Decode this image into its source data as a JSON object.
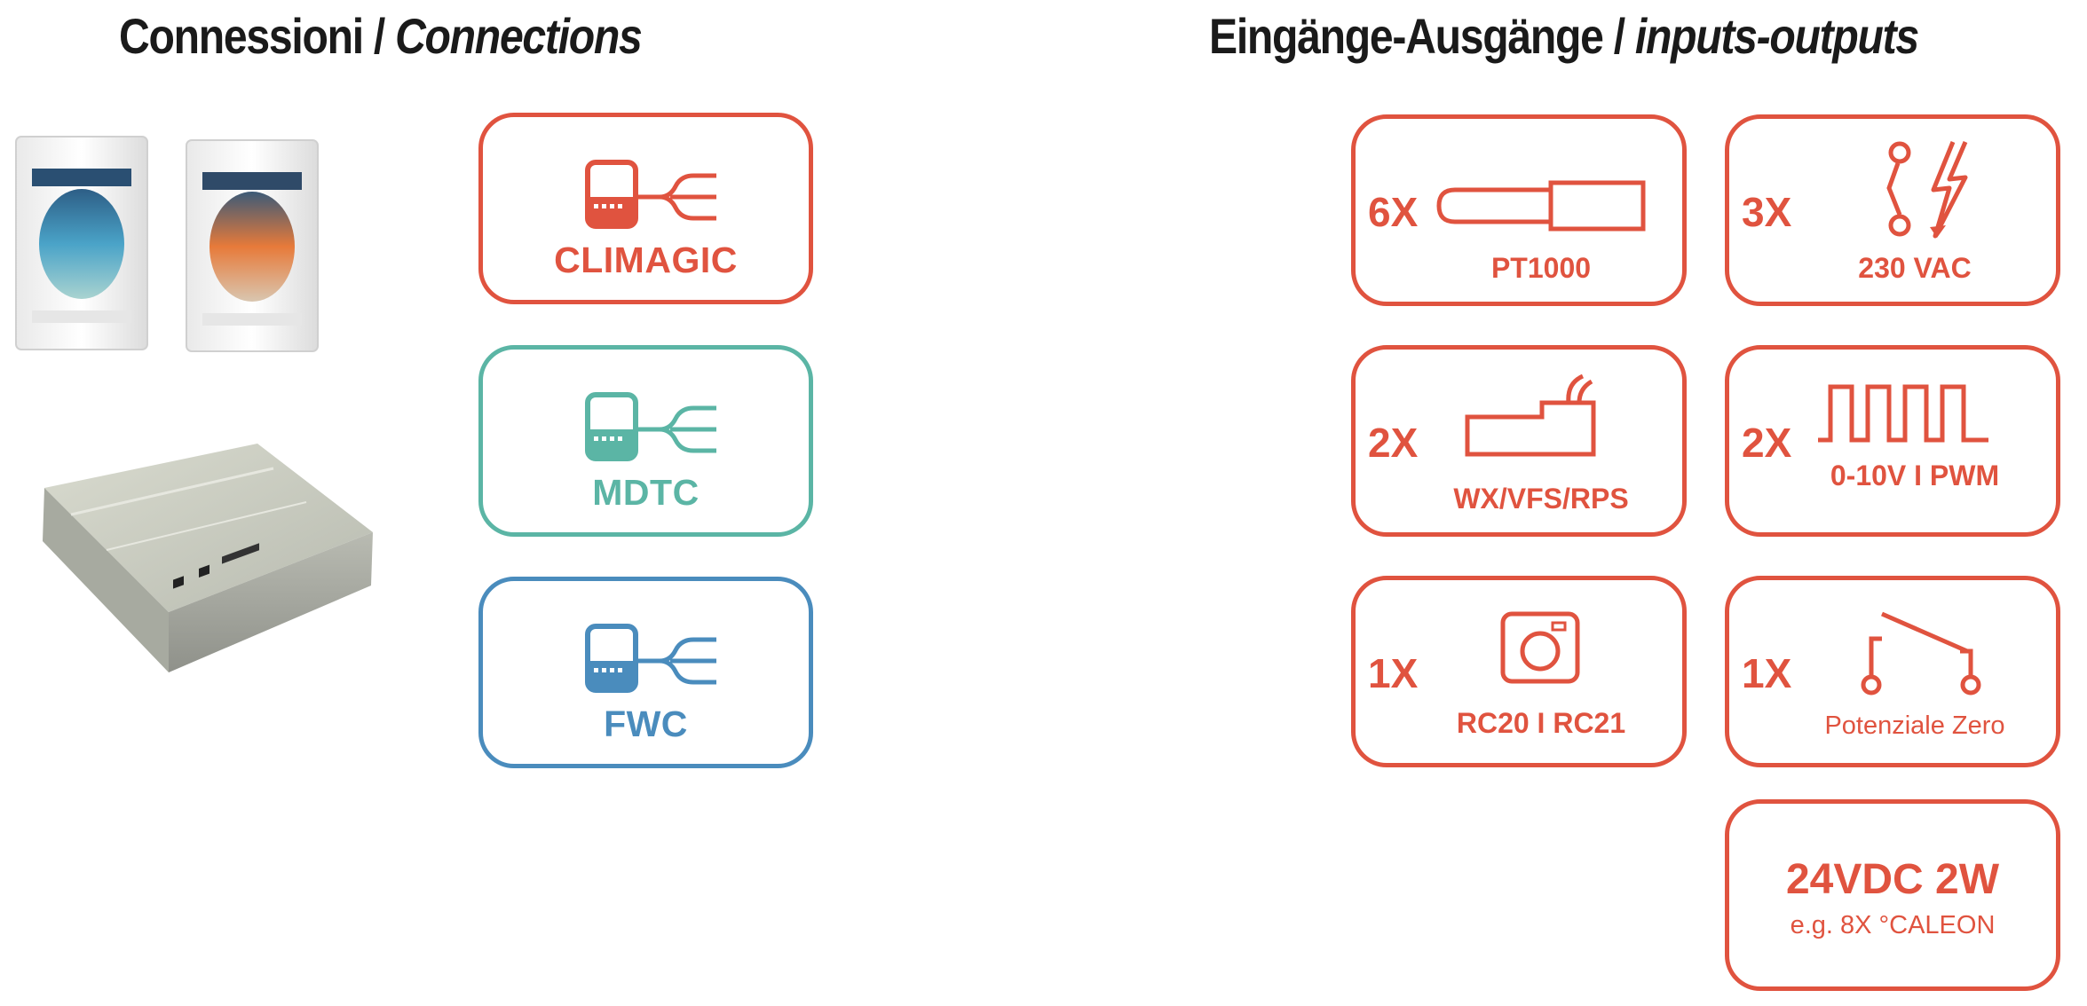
{
  "connections_heading": {
    "normal": "Connessioni / ",
    "italic": "Connections"
  },
  "io_heading": {
    "normal": "Eingänge-Ausgänge / ",
    "italic": "inputs-outputs"
  },
  "connections": [
    {
      "label": "CLIMAGIC",
      "color": "#e0533f",
      "icon": "controller-cable-icon"
    },
    {
      "label": "MDTC",
      "color": "#5bb5a5",
      "icon": "controller-cable-icon"
    },
    {
      "label": "FWC",
      "color": "#4a8cbd",
      "icon": "controller-cable-icon"
    }
  ],
  "io_tiles": [
    {
      "qty": "6X",
      "label": "PT1000",
      "icon": "temperature-probe-icon"
    },
    {
      "qty": "3X",
      "label": "230 VAC",
      "icon": "voltage-switch-icon"
    },
    {
      "qty": "2X",
      "label": "WX/VFS/RPS",
      "icon": "flow-sensor-icon"
    },
    {
      "qty": "2X",
      "label": "0-10V I PWM",
      "icon": "pwm-signal-icon"
    },
    {
      "qty": "1X",
      "label": "RC20  I  RC21",
      "icon": "room-controller-icon"
    },
    {
      "qty": "1X",
      "label": "Potenziale Zero",
      "icon": "potential-free-relay-icon"
    }
  ],
  "power_tile": {
    "main": "24VDC 2W",
    "sub": "e.g. 8X °CALEON"
  },
  "accent_color": "#e0533f"
}
